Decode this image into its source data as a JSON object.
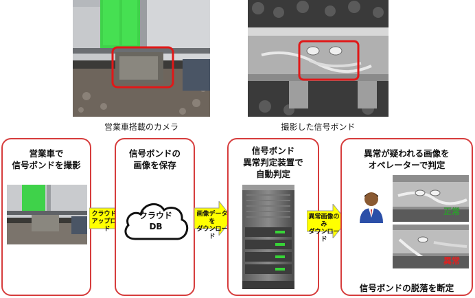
{
  "top": {
    "caption_camera": "営業車搭載のカメラ",
    "caption_bond": "撮影した信号ボンド"
  },
  "steps": [
    {
      "title_line1": "営業車で",
      "title_line2": "信号ボンドを撮影"
    },
    {
      "title_line1": "信号ボンドの",
      "title_line2": "画像を保存"
    },
    {
      "title_line1": "信号ボンド",
      "title_line2": "異常判定装置で",
      "title_line3": "自動判定"
    },
    {
      "title_line1": "異常が疑われる画像を",
      "title_line2": "オペレーターで判定"
    }
  ],
  "arrows": [
    {
      "line1": "クラウドに",
      "line2": "アップロード"
    },
    {
      "line1": "画像データを",
      "line2": "ダウンロード"
    },
    {
      "line1": "異常画像のみ",
      "line2": "ダウンロード"
    }
  ],
  "cloud": {
    "line1": "クラウド",
    "line2": "DB"
  },
  "results": {
    "normal": "正常",
    "abnormal": "異常"
  },
  "conclusion": "信号ボンドの脱落を断定",
  "colors": {
    "box_border": "#d63c3c",
    "arrow_fill": "#ffff00",
    "normal_text": "#2f9a2f",
    "abnormal_text": "#e02020",
    "train_green": "#3fd24a"
  },
  "icons": {
    "operator": "operator-icon",
    "cloud": "cloud-icon",
    "server": "server-icon"
  }
}
